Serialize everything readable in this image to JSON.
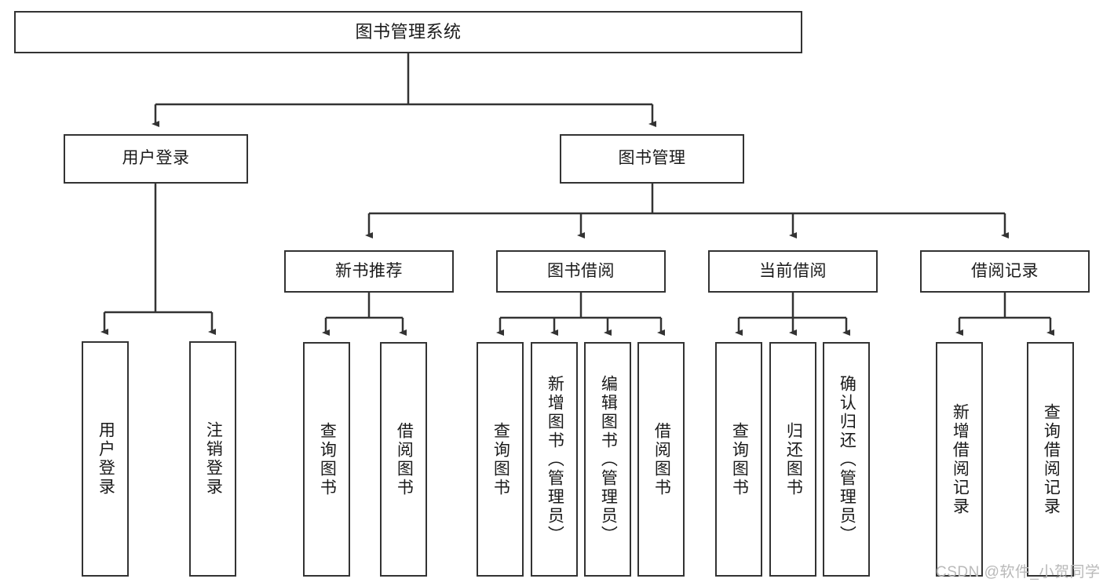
{
  "diagram": {
    "title": "图书管理系统",
    "type": "tree-hierarchy-diagram",
    "colors": {
      "box_border": "#333333",
      "box_fill": "#ffffff",
      "edge": "#333333",
      "text": "#1a1a1a",
      "watermark": "#b9b9b9",
      "background": "#ffffff"
    },
    "root": {
      "label": "图书管理系统"
    },
    "level2": [
      {
        "label": "用户登录"
      },
      {
        "label": "图书管理"
      }
    ],
    "level3": [
      {
        "label": "新书推荐"
      },
      {
        "label": "图书借阅"
      },
      {
        "label": "当前借阅"
      },
      {
        "label": "借阅记录"
      }
    ],
    "leaves_user_login": [
      {
        "label": "用户登录"
      },
      {
        "label": "注销登录"
      }
    ],
    "leaves_new_book": [
      {
        "label": "查询图书"
      },
      {
        "label": "借阅图书"
      }
    ],
    "leaves_borrow": [
      {
        "label": "查询图书"
      },
      {
        "label": "新增图书（管理员）"
      },
      {
        "label": "编辑图书（管理员）"
      },
      {
        "label": "借阅图书"
      }
    ],
    "leaves_current": [
      {
        "label": "查询图书"
      },
      {
        "label": "归还图书"
      },
      {
        "label": "确认归还（管理员）"
      }
    ],
    "leaves_records": [
      {
        "label": "新增借阅记录"
      },
      {
        "label": "查询借阅记录"
      }
    ],
    "watermark": "CSDN @软件_小贺同学"
  }
}
